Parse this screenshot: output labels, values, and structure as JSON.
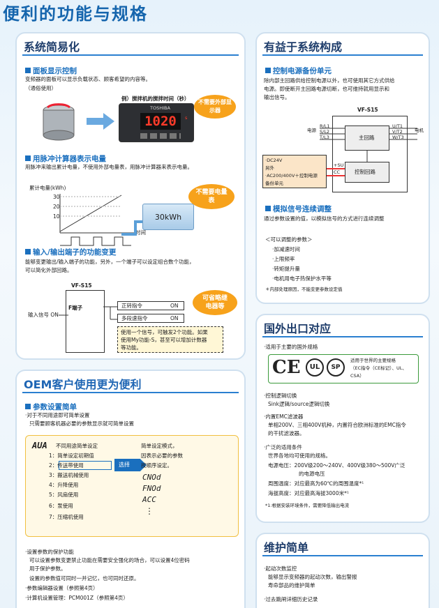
{
  "page_title": "便利的功能与规格",
  "left1": {
    "title": "系统简易化",
    "panel_display": {
      "heading": "面板显示控制",
      "text": "变频器的面板可以显示负载状态、顾客希望的内容等。",
      "sub": "（通俗使用）",
      "caption": "例）搅拌机的搅拌时间（秒）",
      "brand": "TOSHIBA",
      "digits": "1020",
      "unit": "s",
      "callout": "不需要外部显示器"
    },
    "pulse": {
      "heading": "用脉冲计算器表示电量",
      "text": "用脉冲来输出累计电量，不使用外部电量表，用脉冲计算器来表示电量。",
      "ylabel": "累计电量(kWh)",
      "ticks": [
        "30",
        "20",
        "10"
      ],
      "xlabel": "时间",
      "value": "30kWh",
      "callout": "不需要电量表"
    },
    "io": {
      "heading": "输入/输出端子的功能变更",
      "text1": "能够变更输出/输入端子的功能，另外，一个端子可以设定组合数个功能，",
      "text2": "可以简化外部回路。",
      "model": "VF-S15",
      "terminal": "F端子",
      "input": "输入信号 ON",
      "cmd1": "正转指令",
      "on1": "ON",
      "cmd2": "多段速指令",
      "on2": "ON",
      "callout": "可省略继电器等",
      "note1": "使用一个信号，可触发2个功能。如果",
      "note2": "使用My功能-S，甚至可以增加计数器",
      "note3": "等功能。"
    }
  },
  "left2": {
    "title": "OEM客户使用更为便利",
    "param": {
      "heading": "参数设置简单",
      "b1": "·对于不同用途即可简单设置",
      "b2": "只需要顾客机器必要的参数显示就可简单设置",
      "code": "AUA",
      "head": "不同用途简单设定",
      "items": [
        "1：简单设定初期值",
        "2：传送带使用",
        "3：搬送机械使用",
        "4：升降使用",
        "5：风扇使用",
        "6：泵使用",
        "7：压缩机使用"
      ],
      "right1": "简单设定模式，",
      "right2": "因表示必要的参数",
      "right3": "按顺序设定。",
      "select": "选择",
      "codes": [
        "CNOd",
        "FNOd",
        "ACC",
        "⋮"
      ]
    },
    "foot1": "·设置参数的保护功能",
    "foot2": "可以设置参数变更禁止功能在需要安全强化的场合，可以设置4位密码",
    "foot3": "用于保护参数。",
    "foot4": "设置的参数值可同时一并记忆，也可同时还原。",
    "foot5": "·参数编辑器设置（参照第4页）",
    "foot6": "·计算机设置管理：PCM001Z（参照第4页）"
  },
  "right1": {
    "title": "有益于系统构成",
    "backup": {
      "heading": "控制电源备份单元",
      "t1": "除内部主回路供给控制电源以外，也可使用其它方式供给",
      "t2": "电源。即使断开主回路电源切断，也可维持就用显示和",
      "t3": "输出信号。",
      "model": "VF-S15",
      "power": "电源",
      "motor": "电机",
      "r": "R/L1",
      "s": "S/L2",
      "tt": "T/L3",
      "u": "U/T1",
      "v": "V/T2",
      "w": "W/T3",
      "main": "主回路",
      "ctrl": "控制回路",
      "su": "+SU",
      "cc": "CC",
      "ext1": "·DC24V",
      "ext2": "另外",
      "ext3": "·AC200/400V＋控制电源",
      "ext4": "备份单元"
    },
    "analog": {
      "heading": "模拟信号连续调整",
      "text": "通过参数设置的值，以模拟信号的方式进行连续调整",
      "list_head": "＜可以调整的参数＞",
      "items": [
        "·加减速时间",
        "·上限频率",
        "·转矩提升量",
        "·电机用电子热保护水平等"
      ],
      "note": "＊内部处理原因，不能变更参数设定值"
    }
  },
  "right2": {
    "title": "国外出口对应",
    "b1": "·适用于主要的国外规格",
    "cert": "适用于世界的主要规格",
    "cert2": "（EC指令（CE标记）、UL、",
    "cert3": "CSA）",
    "ce": "CE",
    "ul": "UL",
    "csa": "SP",
    "b2": "·控制逻辑切换",
    "b2t": "Sink逻辑/source逻辑切换",
    "b3": "·内置EMC滤波器",
    "b3t1": "单相200V、三相400V机种，内置符合欧洲标准的EMC指令",
    "b3t2": "的干扰滤波器。",
    "b4": "·广泛的适用条件",
    "b4t": "世界各地均可使用的规格。",
    "v1": "电源电压：200V级200～240V、400V级380～500V广泛",
    "v2": "的电源电压",
    "temp": "周围温度：对应最高为60℃的周围温度*¹",
    "alt": "海拔高度：对应最高海拔3000米*¹",
    "note": "*1:根据安装环境条件，需要降低输出电流"
  },
  "right3": {
    "title": "维护简单",
    "b1": "·起动次数监控",
    "t1": "能够显示变频器的起动次数，输出警报",
    "t2": "寿命部品的维护简单",
    "b2": "·过去跳闸详细历史记录"
  }
}
